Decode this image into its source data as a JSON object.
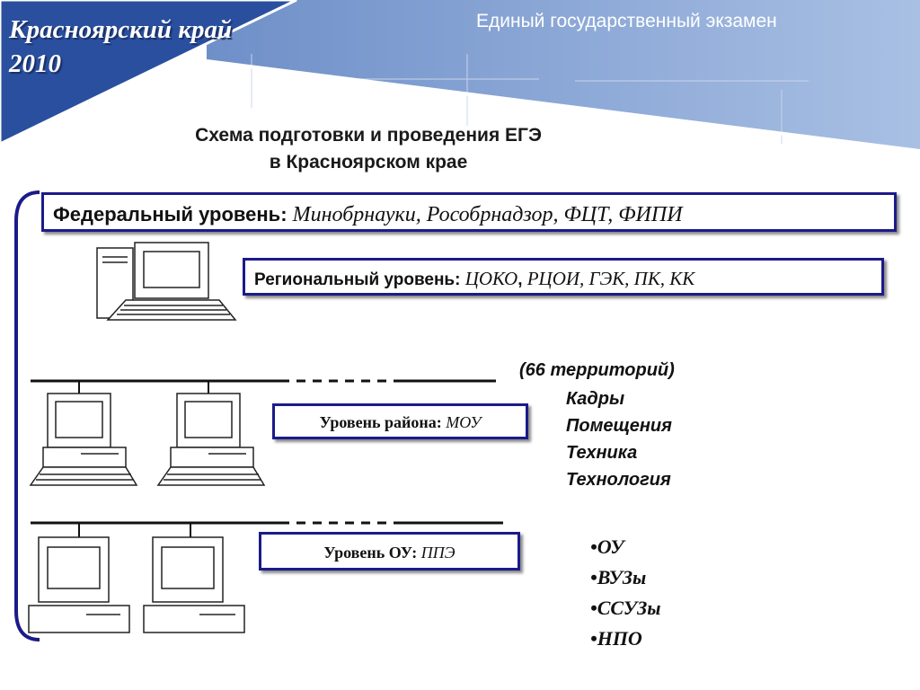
{
  "header": {
    "region_line1": "Красноярский край",
    "region_line2": "2010",
    "exam_title": "Единый государственный экзамен",
    "colors": {
      "banner_dark": "#2a4f9e",
      "banner_light": "#8eabd8",
      "white": "#ffffff"
    }
  },
  "slide": {
    "title_line1": "Схема подготовки и проведения ЕГЭ",
    "title_line2": "в Красноярском крае"
  },
  "levels": {
    "federal": {
      "label": "Федеральный уровень:",
      "value": "Минобрнауки, Рособрнадзор, ФЦТ,  ФИПИ"
    },
    "regional": {
      "label": "Региональный уровень:",
      "value_a": "ЦОКО",
      "value_sep": ",",
      "value_b": " РЦОИ, ГЭК, ПК, КК"
    },
    "district": {
      "label": "Уровень района:",
      "value": "МОУ"
    },
    "school": {
      "label": "Уровень ОУ:",
      "value": "ППЭ"
    }
  },
  "territories": "(66 территорий)",
  "resources": [
    "Кадры",
    "Помещения",
    "Техника",
    "Технология"
  ],
  "institutions": [
    "•ОУ",
    "•ВУЗы",
    "•ССУЗы",
    "•НПО"
  ],
  "icons": {
    "computer": "computer-icon",
    "network": "network-line"
  },
  "style": {
    "box_border": "#1b1b8a",
    "text": "#111111"
  }
}
